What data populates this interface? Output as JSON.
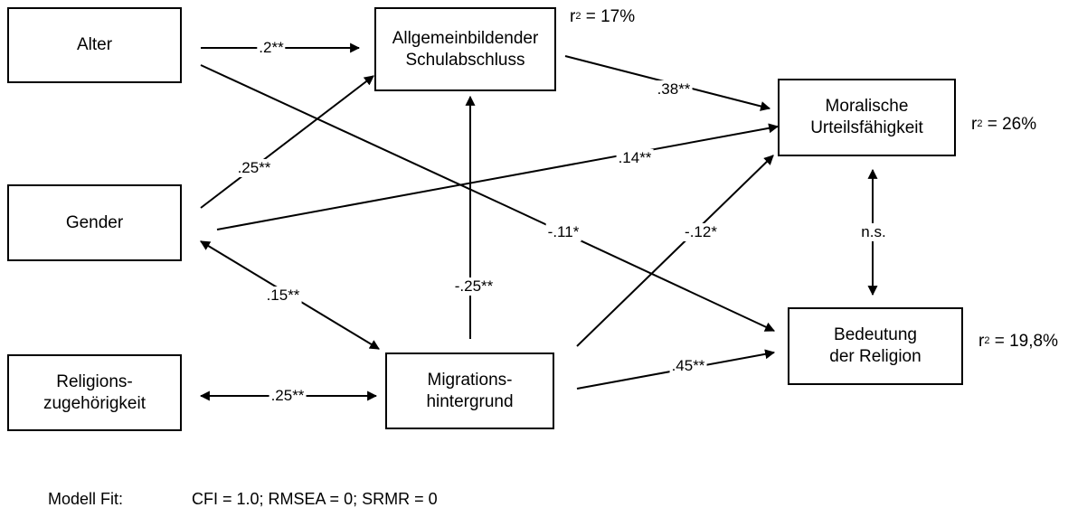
{
  "nodes": {
    "alter": "Alter",
    "gender": "Gender",
    "religionszugehoerigkeit": "Religions-\nzugehörigkeit",
    "schulabschluss": "Allgemeinbildender\nSchulabschluss",
    "migration": "Migrations-\nhintergrund",
    "urteilsfaehigkeit": "Moralische\nUrteilsfähigkeit",
    "religion_bedeutung": "Bedeutung\nder Religion"
  },
  "edges": {
    "alter_schule": ".2**",
    "alter_religion": "-.11*",
    "gender_schule": ".25**",
    "gender_urteil": ".14**",
    "gender_migration": ".15**",
    "religion_migration": ".25**",
    "migration_schule": "-.25**",
    "migration_urteil": "-.12*",
    "migration_religion": ".45**",
    "schule_urteil": ".38**",
    "urteil_religion": "n.s."
  },
  "r2": {
    "prefix": "r",
    "exponent": "2",
    "schulabschluss": " = 17%",
    "urteilsfaehigkeit": " = 26%",
    "religion_bedeutung": " = 19,8%"
  },
  "fit": {
    "label": "Modell Fit:",
    "values": "CFI = 1.0; RMSEA = 0; SRMR = 0"
  }
}
